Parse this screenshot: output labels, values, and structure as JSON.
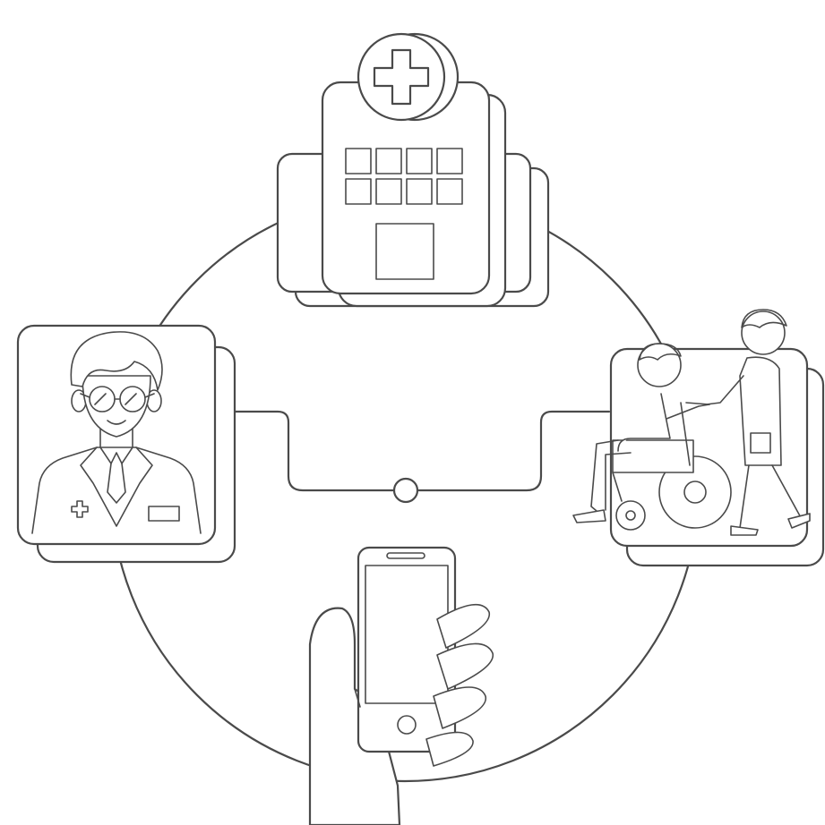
{
  "diagram": {
    "nodes": [
      {
        "id": "hospital",
        "icon": "hospital-icon"
      },
      {
        "id": "doctor",
        "icon": "doctor-icon"
      },
      {
        "id": "patient-care",
        "icon": "wheelchair-patient-icon"
      },
      {
        "id": "mobile",
        "icon": "hand-holding-phone-icon"
      }
    ],
    "connections": [
      {
        "from": "doctor",
        "to": "hub"
      },
      {
        "from": "patient-care",
        "to": "hub"
      }
    ],
    "hub": {
      "icon": "hub-node-icon"
    },
    "line_color": "#4a4a4a",
    "background": "#ffffff"
  }
}
